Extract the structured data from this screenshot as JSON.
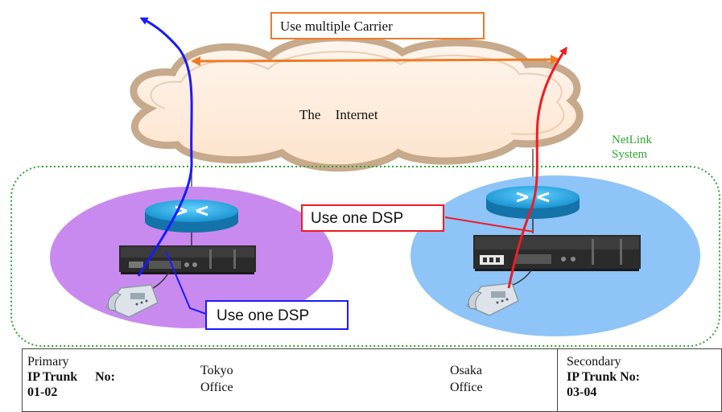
{
  "diagram": {
    "carrier_label": "Use multiple Carrier",
    "internet_label": "The Internet",
    "netlink_line1": "NetLink",
    "netlink_line2": "System",
    "dsp_label_right": "Use one DSP",
    "dsp_label_left": "Use one DSP"
  },
  "footer": {
    "primary": {
      "line1": "Primary",
      "line2a": "IP Trunk",
      "line2b": "No:",
      "line3": "01-02"
    },
    "tokyo": {
      "line1": "Tokyo",
      "line2": "Office"
    },
    "osaka": {
      "line1": "Osaka",
      "line2": "Office"
    },
    "secondary": {
      "line1": "Secondary",
      "line2": "IP Trunk No:",
      "line3": "03-04"
    }
  },
  "colors": {
    "blue_arrow": "#1a1aff",
    "red_arrow": "#ee1c24",
    "orange": "#f07b24",
    "purple_site": "#c98af0",
    "blue_site": "#8ec4f8",
    "netlink_green": "#2ea82e"
  }
}
